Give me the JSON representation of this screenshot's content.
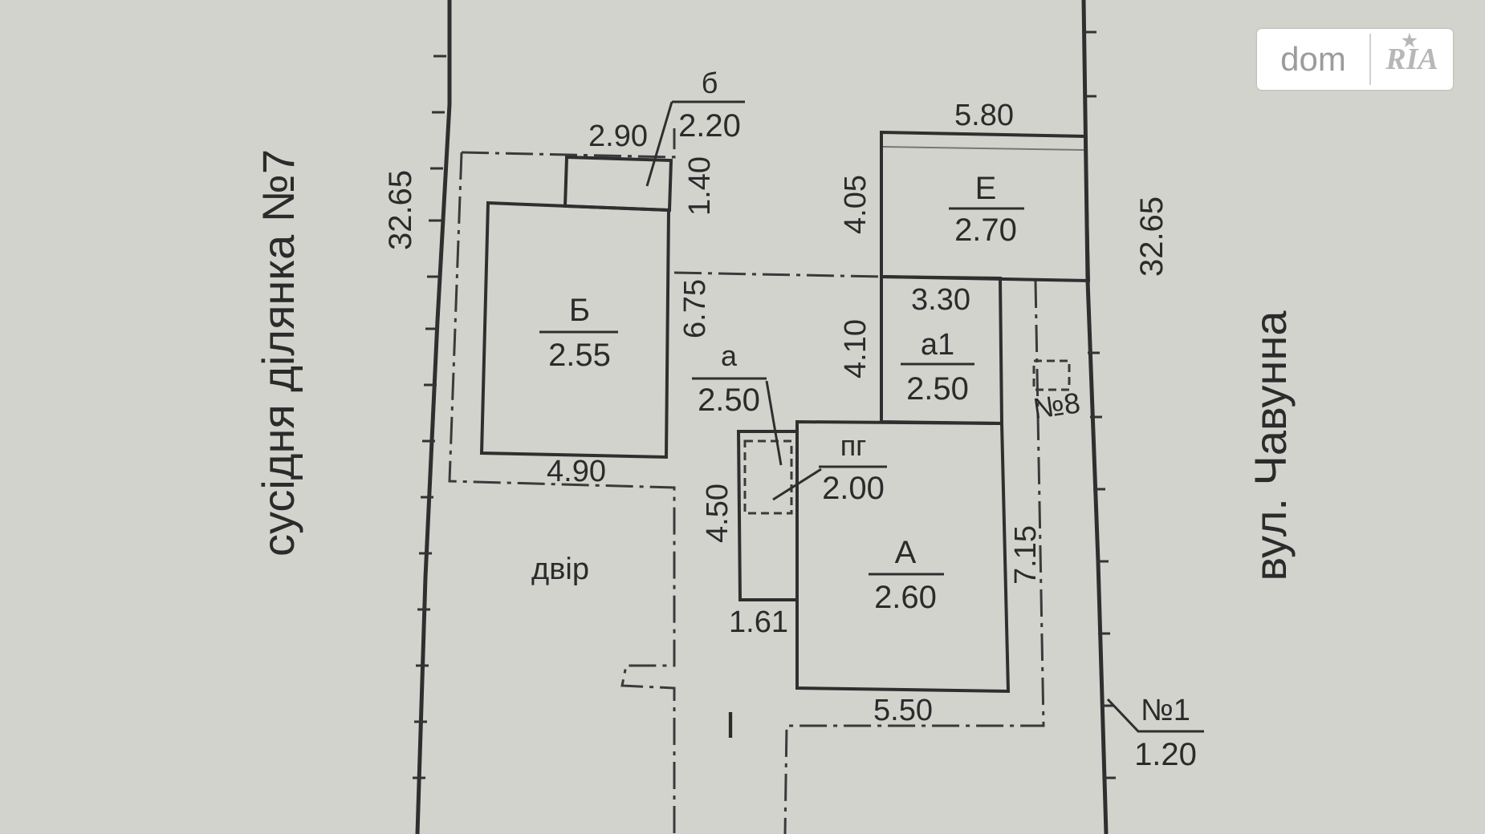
{
  "watermark": {
    "brand": "dom",
    "brand2": "RIA"
  },
  "labels": {
    "neighbor": "сусідня ділянка №7",
    "street": "вул. Чавунна",
    "yard": "двір",
    "roman_one": "I",
    "house_number": "№8",
    "marker_no1": "№1",
    "marker_no1_value": "1.20"
  },
  "buildings": {
    "B": {
      "name": "Б",
      "height": "2.55"
    },
    "b": {
      "name": "б",
      "height": "2.20"
    },
    "E": {
      "name": "Е",
      "height": "2.70"
    },
    "a1": {
      "name": "а1",
      "height": "2.50"
    },
    "a": {
      "name": "а",
      "height": "2.50"
    },
    "pg": {
      "name": "пг",
      "height": "2.00"
    },
    "A": {
      "name": "А",
      "height": "2.60"
    }
  },
  "dimensions": {
    "left_plot": "32.65",
    "right_plot": "32.65",
    "b_width": "2.90",
    "b_depth": "1.40",
    "B_width": "4.90",
    "B_depth": "6.75",
    "E_width": "5.80",
    "E_depth": "4.05",
    "a1_width": "3.30",
    "a1_depth": "4.10",
    "a_depth": "4.50",
    "a_width": "1.61",
    "A_width": "5.50",
    "A_depth": "7.15"
  }
}
